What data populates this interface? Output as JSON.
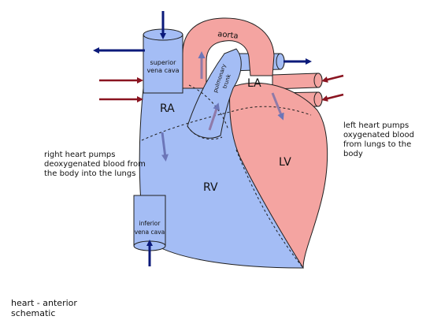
{
  "labels": {
    "aorta": "aorta",
    "superior_vena_cava_line1": "superior",
    "superior_vena_cava_line2": "vena cava",
    "pulmonary_trunk_line1": "pulmonary",
    "pulmonary_trunk_line2": "trunk",
    "ra": "RA",
    "la": "LA",
    "rv": "RV",
    "lv": "LV",
    "inferior_vena_cava_line1": "inferior",
    "inferior_vena_cava_line2": "vena cava"
  },
  "notes": {
    "right_heart": "right heart pumps deoxygenated blood from the body into the lungs",
    "left_heart": "left heart pumps oxygenated blood from lungs to the body"
  },
  "caption": "heart - anterior schematic",
  "colors": {
    "deoxygenated": "#a4bdf5",
    "oxygenated": "#f4a4a1",
    "outline": "#1f1f1f",
    "blue_arrow": "#0b1a7a",
    "red_arrow": "#8a1420",
    "inner_arrow_blue": "#6c76b8",
    "inner_arrow_red": "#8f7aa8"
  },
  "icons": [
    "arrow-in-svc",
    "arrow-out-left-pa",
    "arrow-out-right-pa",
    "arrow-in-ivc",
    "arrow-in-pulmonary-veins"
  ]
}
